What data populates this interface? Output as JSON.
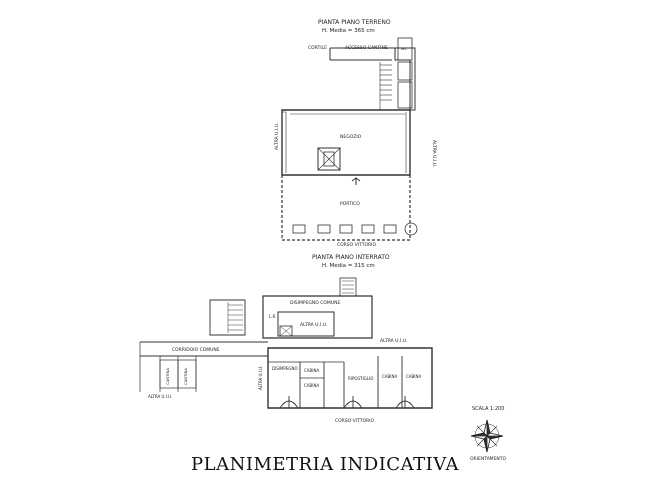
{
  "ground_floor": {
    "title": "PIANTA PIANO TERRENO",
    "height": "H. Media = 365 cm",
    "labels": {
      "cortile": "CORTILE",
      "accesso_cantine": "ACCESSO CANTINE",
      "wc": "WC",
      "negozio": "NEGOZIO",
      "portico": "PORTICO",
      "altra_ui_left": "ALTRA U.I.U.",
      "altra_ui_right": "ALTRA U.I.U.",
      "street": "CORSO VITTORIO"
    }
  },
  "basement": {
    "title": "PIANTA PIANO INTERRATO",
    "height": "H. Media = 315 cm",
    "labels": {
      "disimpegno_comune": "DISIMPEGNO COMUNE",
      "altra_ui_center": "ALTRA U.I.U.",
      "altra_ui_right_top": "ALTRA U.I.U.",
      "corridoio_comune": "CORRIDOIO COMUNE",
      "cantina_a": "CANTINA",
      "cantina_b": "CANTINA",
      "altra_ui_bottom_left": "ALTRA U.I.U.",
      "lr": "L.R.",
      "disimpegno": "DISIMPEGNO",
      "cabina1": "CABINA",
      "cabina2": "CABINA",
      "cabina3": "CABINA",
      "cabina4": "CABINA",
      "ripostiglio": "RIPOSTIGLIO",
      "altra_ui_left_vertical": "ALTRA U.I.U.",
      "street": "CORSO VITTORIO"
    }
  },
  "scale": "SCALA 1:200",
  "orientation": "ORIENTAMENTO",
  "caption": "PLANIMETRIA INDICATIVA"
}
